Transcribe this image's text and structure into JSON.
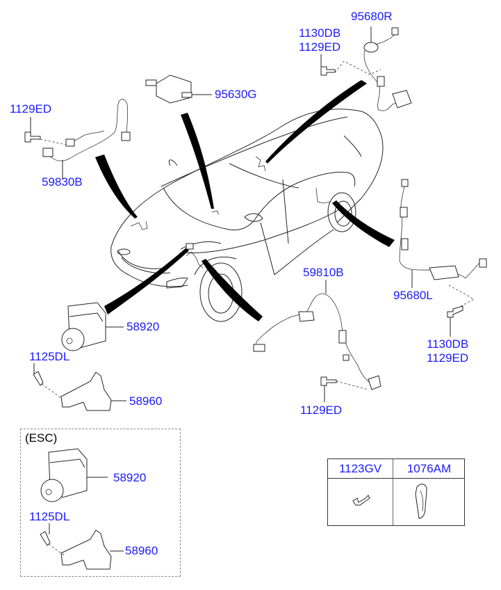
{
  "diagram": {
    "title": "ABS / ESC wheel speed sensor & hydraulic module parts diagram",
    "label_color": "#1a1aff",
    "labels": {
      "p95680R": "95680R",
      "p1130DB_top": "1130DB",
      "p1129ED_top": "1129ED",
      "p95630G": "95630G",
      "p1129ED_left": "1129ED",
      "p59830B": "59830B",
      "p59810B": "59810B",
      "p95680L": "95680L",
      "p1130DB_right": "1130DB",
      "p1129ED_right": "1129ED",
      "p58920": "58920",
      "p1125DL": "1125DL",
      "p58960": "58960",
      "p1129ED_bottom": "1129ED",
      "esc_title": "(ESC)",
      "esc_58920": "58920",
      "esc_1125DL": "1125DL",
      "esc_58960": "58960"
    },
    "table": {
      "headers": [
        "1123GV",
        "1076AM"
      ],
      "items": [
        "bolt",
        "clamp"
      ]
    }
  }
}
